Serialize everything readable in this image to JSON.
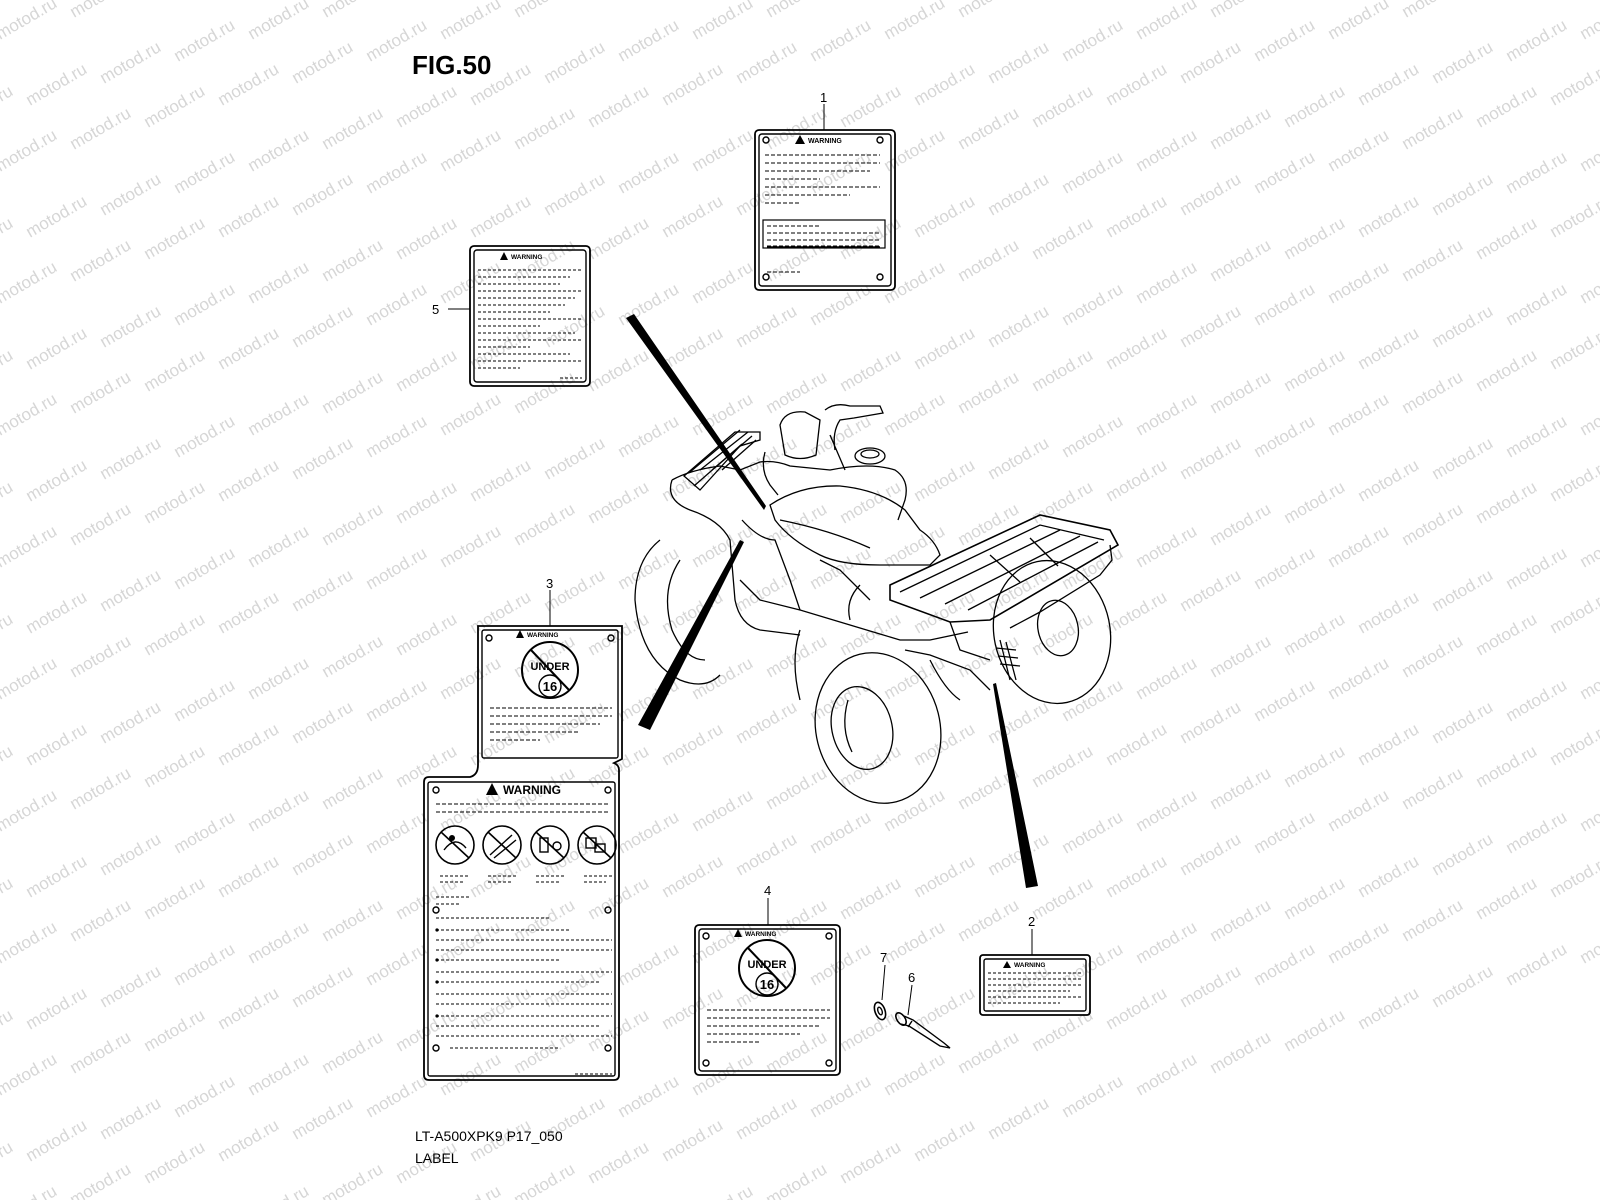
{
  "header": {
    "title": "FIG.50"
  },
  "footer": {
    "code": "LT-A500XPK9 P17_050",
    "caption": "LABEL"
  },
  "watermark": {
    "text": "motod.ru",
    "color": "#d6d6d6"
  },
  "callouts": [
    {
      "id": "callout-1",
      "number": "1"
    },
    {
      "id": "callout-2",
      "number": "2"
    },
    {
      "id": "callout-3",
      "number": "3"
    },
    {
      "id": "callout-4",
      "number": "4"
    },
    {
      "id": "callout-5",
      "number": "5"
    },
    {
      "id": "callout-6",
      "number": "6"
    },
    {
      "id": "callout-7",
      "number": "7"
    }
  ],
  "labels": {
    "label_1": {
      "heading": "WARNING"
    },
    "label_2": {
      "heading": "WARNING"
    },
    "label_3_top": {
      "heading": "WARNING",
      "badge_word": "UNDER",
      "badge_number": "16"
    },
    "label_3_bottom": {
      "heading": "WARNING"
    },
    "label_4": {
      "heading": "WARNING",
      "badge_word": "UNDER",
      "badge_number": "16"
    },
    "label_5": {
      "heading": "WARNING"
    }
  },
  "icons": [
    "warning-triangle-icon",
    "no-passenger-icon",
    "no-road-icon",
    "no-alcohol-icon",
    "no-overload-icon"
  ]
}
